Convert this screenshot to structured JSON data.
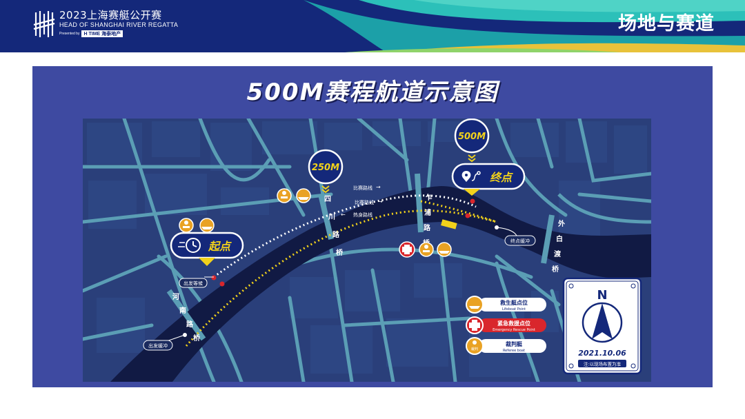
{
  "header": {
    "logo_title": "2023上海赛艇公开赛",
    "logo_subtitle": "HEAD OF SHANGHAI RIVER REGATTA",
    "logo_presented": "Presented by",
    "logo_brand": "H TIME 海泰地产",
    "section_title": "场地与赛道"
  },
  "map": {
    "title": "500M赛程航道示意图",
    "markers": {
      "start": "起点",
      "finish": "终点",
      "m250": "250M",
      "m500": "500M"
    },
    "route_labels": {
      "race_route_1": "比赛路线",
      "race_route_2": "比赛路线",
      "warmup_route": "热身路线"
    },
    "bridges": {
      "sichuan_road": [
        "四",
        "川",
        "路",
        "桥"
      ],
      "zhapu_road": [
        "乍",
        "浦",
        "路",
        "桥"
      ],
      "waibaidu": [
        "外",
        "白",
        "渡",
        "桥"
      ],
      "henan_road": [
        "河",
        "南",
        "路",
        "桥"
      ]
    },
    "tags": {
      "depart_wait": "出发等候",
      "depart_buffer": "出发缓冲",
      "finish_buffer": "终点缓冲"
    },
    "legend": [
      {
        "label": "救生艇点位",
        "sub": "Lifeboat Point",
        "icon": "lifeboat-icon"
      },
      {
        "label": "紧急救援点位",
        "sub": "Emergency Rescue Point",
        "icon": "rescue-cross-icon"
      },
      {
        "label": "裁判艇",
        "sub": "Referee boat",
        "icon": "referee-boat-icon"
      }
    ],
    "compass": {
      "north": "N",
      "date": "2021.10.06",
      "note": "注:以现场布置为准"
    },
    "referee_badge": "裁判"
  },
  "colors": {
    "page_bg": "#ffffff",
    "header_bg": "#14287a",
    "panel_bg": "#3e4aa1",
    "map_bg": "#2a3f7a",
    "roads": "#5b9eb5",
    "river": "#111a44",
    "accent_yellow": "#f2d21b",
    "accent_orange": "#e9a224",
    "accent_red": "#d9262c"
  }
}
